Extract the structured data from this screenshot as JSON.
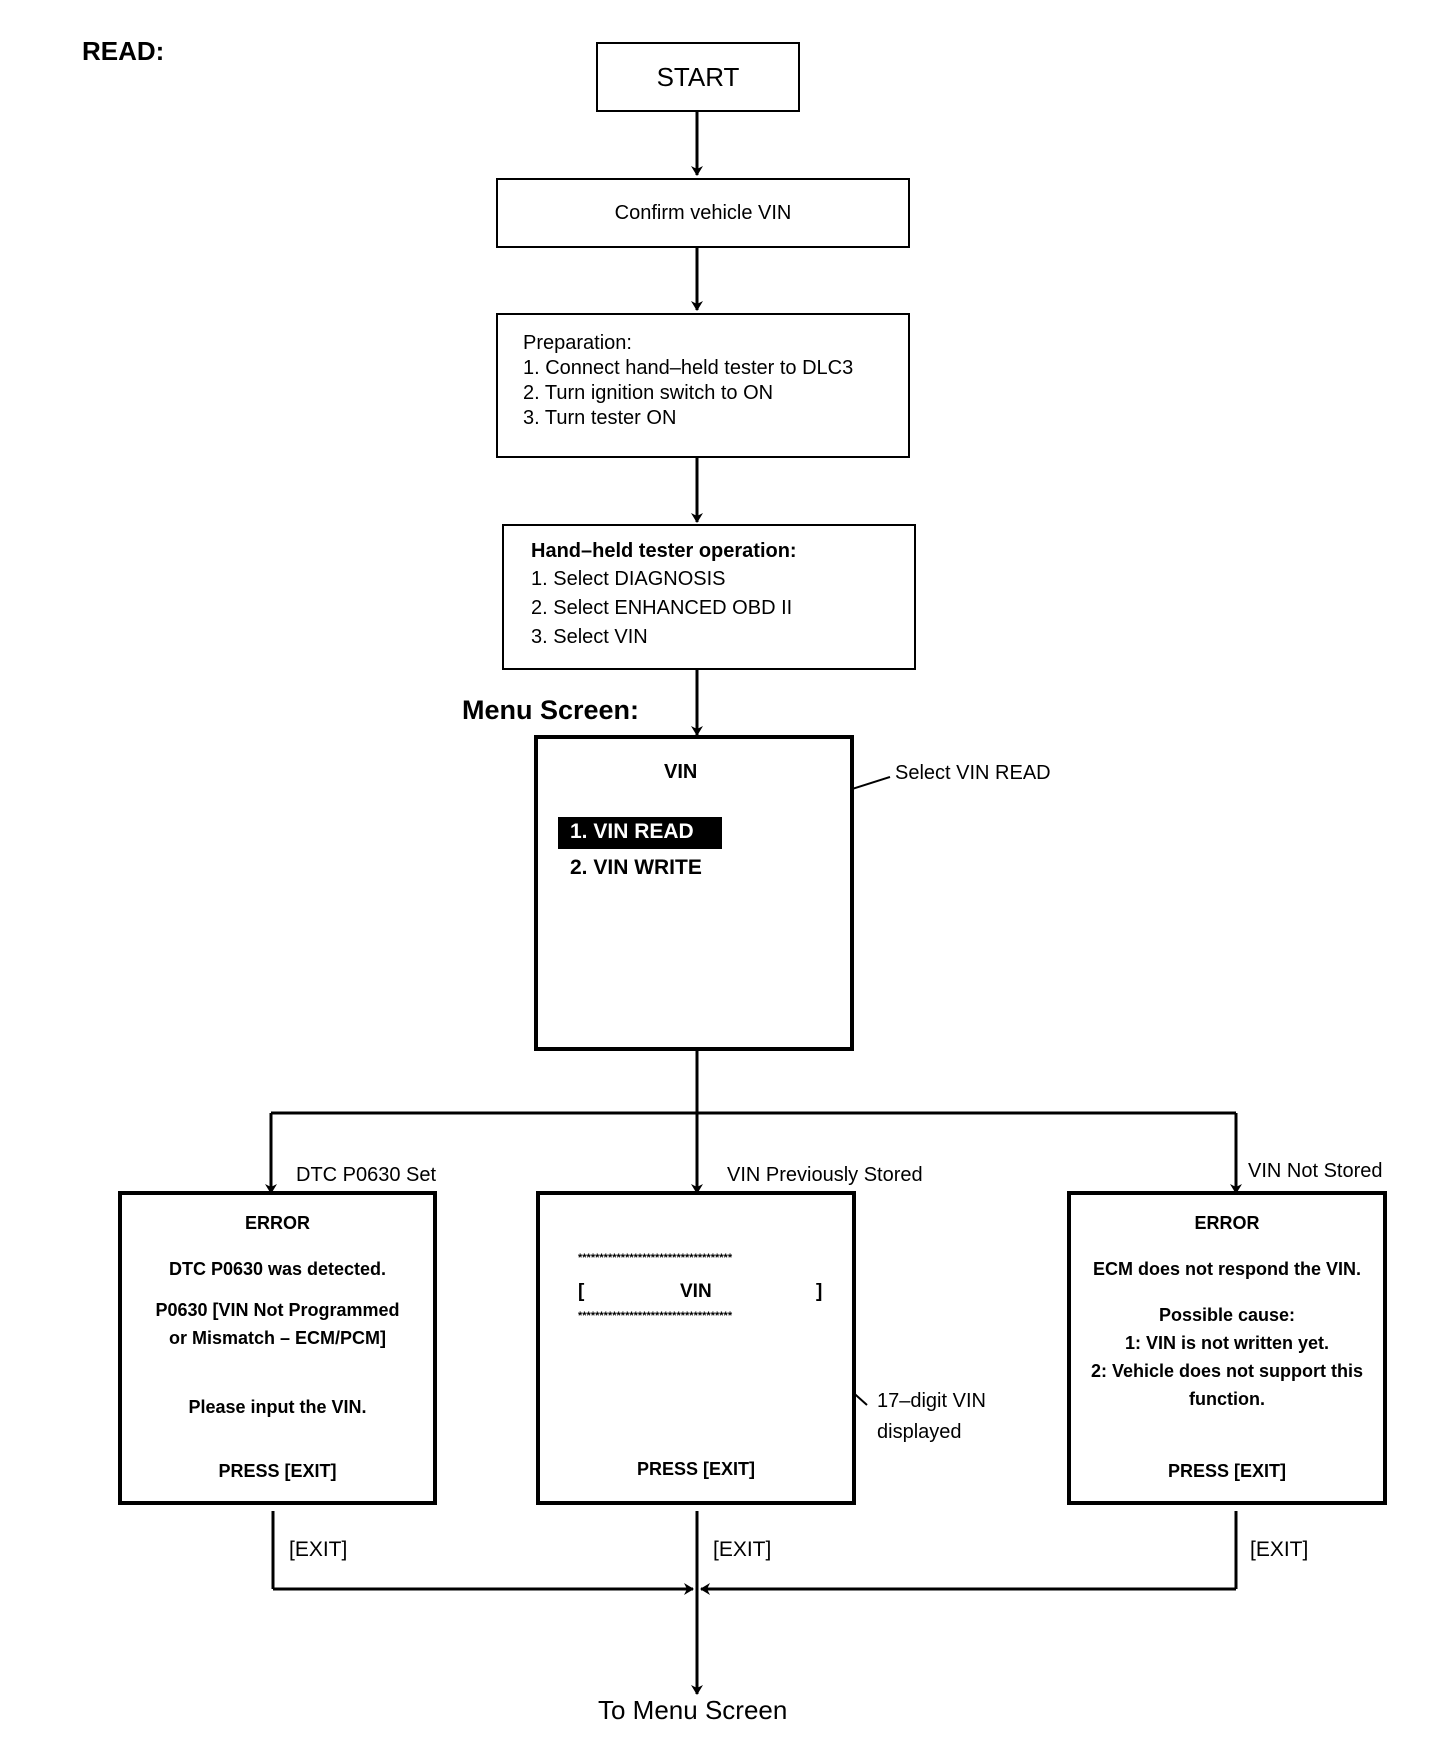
{
  "page_label": "READ:",
  "start": "START",
  "confirm": "Confirm vehicle VIN",
  "preparation": {
    "title": "Preparation:",
    "steps": [
      "1. Connect hand–held tester to DLC3",
      "2. Turn ignition switch to ON",
      "3. Turn tester ON"
    ]
  },
  "tester_op": {
    "title": "Hand–held tester operation:",
    "steps": [
      "1. Select DIAGNOSIS",
      "2. Select ENHANCED OBD II",
      "3. Select VIN"
    ]
  },
  "menu_screen": {
    "label": "Menu Screen:",
    "title": "VIN",
    "items": [
      "1. VIN READ",
      "2. VIN WRITE"
    ],
    "selected_index": 0,
    "callout": "Select VIN READ"
  },
  "branches": {
    "left_label": "DTC P0630 Set",
    "center_label": "VIN Previously Stored",
    "right_label": "VIN Not Stored"
  },
  "left_screen": {
    "title": "ERROR",
    "line1": "DTC P0630 was detected.",
    "line2": "P0630  [VIN Not Programmed",
    "line3": "or Mismatch – ECM/PCM]",
    "line4": "Please input the VIN.",
    "press": "PRESS [EXIT]"
  },
  "center_screen": {
    "stars": "************************************",
    "bracket_open": "[",
    "vin": "VIN",
    "bracket_close": "]",
    "press": "PRESS [EXIT]",
    "callout_line1": "17–digit VIN",
    "callout_line2": "displayed"
  },
  "right_screen": {
    "title": "ERROR",
    "line1": "ECM does not respond the VIN.",
    "line2": "Possible cause:",
    "line3": "1: VIN is not written yet.",
    "line4": "2: Vehicle does not support this",
    "line5": "function.",
    "press": "PRESS [EXIT]"
  },
  "exit_label": "[EXIT]",
  "to_menu": "To Menu Screen"
}
